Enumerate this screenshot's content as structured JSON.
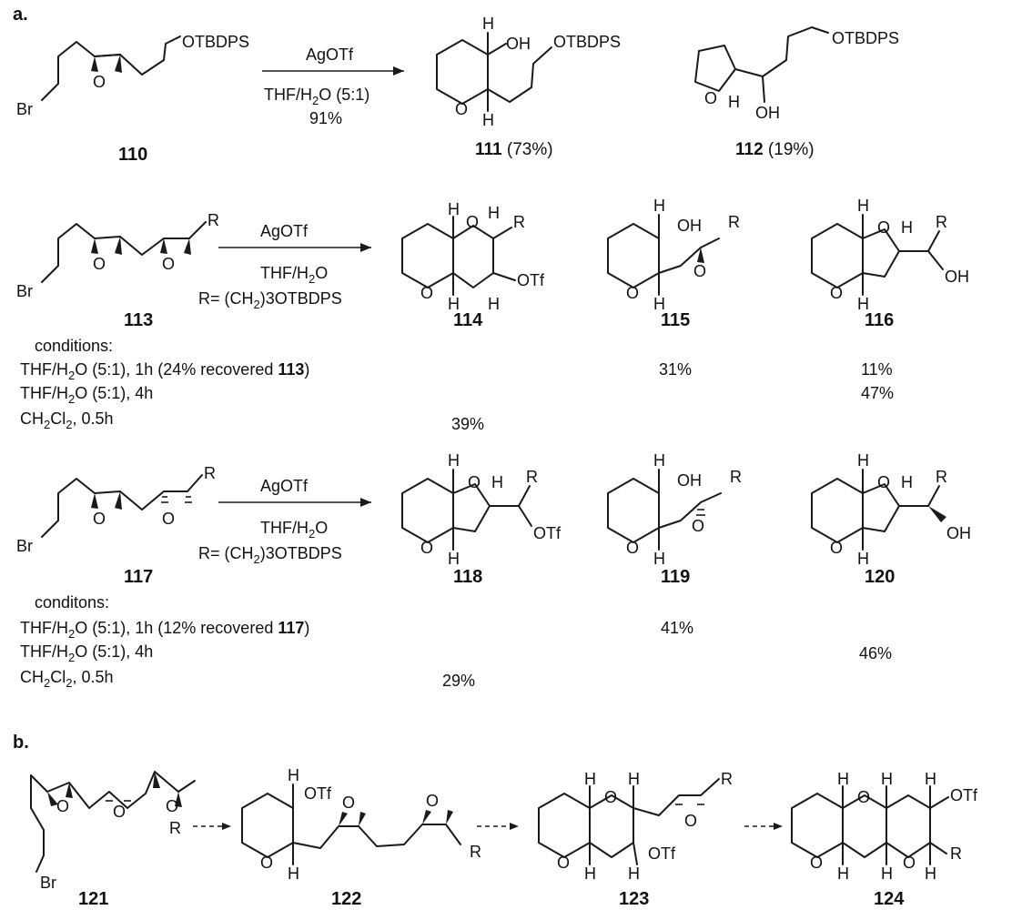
{
  "panels": {
    "a": "a.",
    "b": "b."
  },
  "atoms": {
    "O": "O",
    "H": "H",
    "R": "R",
    "Br": "Br",
    "OH": "OH",
    "OTf": "OTf",
    "OTBDPS": "OTBDPS"
  },
  "row1": {
    "reagent": "AgOTf",
    "solvent_main": "THF/H",
    "solvent_sub": "2",
    "solvent_tail": "O (5:1)",
    "yield": "91%",
    "sm_label": "110",
    "p1_label": "111",
    "p1_yield": " (73%)",
    "p2_label": "112",
    "p2_yield": " (19%)"
  },
  "row2": {
    "reagent": "AgOTf",
    "solvent_main": "THF/H",
    "solvent_sub": "2",
    "solvent_tail": "O",
    "r_main": "R= (CH",
    "r_sub": "2",
    "r_tail": ")3OTBDPS",
    "sm_label": "113",
    "p1_label": "114",
    "p2_label": "115",
    "p3_label": "116",
    "conditions_title": "conditions:",
    "c1_main": "THF/H",
    "c1_sub": "2",
    "c1_tail": "O (5:1), 1h (24% recovered ",
    "c1_bold": "113",
    "c1_end": ")",
    "c2_main": "THF/H",
    "c2_sub": "2",
    "c2_tail": "O (5:1), 4h",
    "c3_a": "CH",
    "c3_sub1": "2",
    "c3_b": "Cl",
    "c3_sub2": "2",
    "c3_tail": ", 0.5h",
    "y_c1_115": "31%",
    "y_c1_116": "11%",
    "y_c2_116": "47%",
    "y_c3_114": "39%"
  },
  "row3": {
    "reagent": "AgOTf",
    "solvent_main": "THF/H",
    "solvent_sub": "2",
    "solvent_tail": "O",
    "r_main": "R= (CH",
    "r_sub": "2",
    "r_tail": ")3OTBDPS",
    "sm_label": "117",
    "p1_label": "118",
    "p2_label": "119",
    "p3_label": "120",
    "conditions_title": "conditons:",
    "c1_main": "THF/H",
    "c1_sub": "2",
    "c1_tail": "O (5:1), 1h (12% recovered ",
    "c1_bold": "117",
    "c1_end": ")",
    "c2_main": "THF/H",
    "c2_sub": "2",
    "c2_tail": "O (5:1), 4h",
    "c3_a": "CH",
    "c3_sub1": "2",
    "c3_b": "Cl",
    "c3_sub2": "2",
    "c3_tail": ", 0.5h",
    "y_c1_119": "41%",
    "y_c2_120": "46%",
    "y_c3_118": "29%"
  },
  "panel_b": {
    "labels": [
      "121",
      "122",
      "123",
      "124"
    ]
  }
}
